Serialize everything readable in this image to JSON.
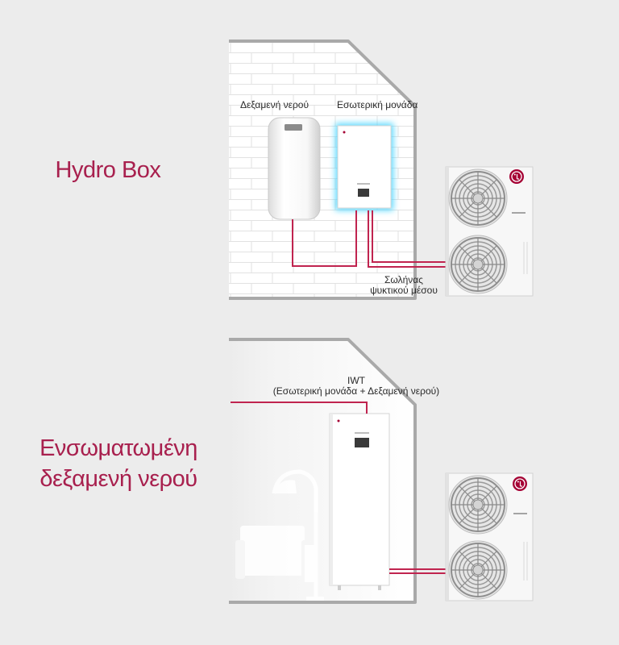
{
  "sections": [
    {
      "title": "Hydro Box",
      "labels": {
        "water_tank": "Δεξαμενή νερού",
        "indoor_unit": "Εσωτερική μονάδα",
        "refrigerant_pipe_line1": "Σωλήνας",
        "refrigerant_pipe_line2": "ψυκτικού μέσου"
      }
    },
    {
      "title_line1": "Ενσωματωμένη",
      "title_line2": "δεξαμενή νερού",
      "labels": {
        "iwt_line1": "IWT",
        "iwt_line2": "(Εσωτερική μονάδα + Δεξαμενή νερού)"
      }
    }
  ],
  "brand": "LG",
  "colors": {
    "title": "#a8204e",
    "pipe": "#c0244f",
    "indoor_glow": "#3fd3ff",
    "background": "#ececec"
  }
}
